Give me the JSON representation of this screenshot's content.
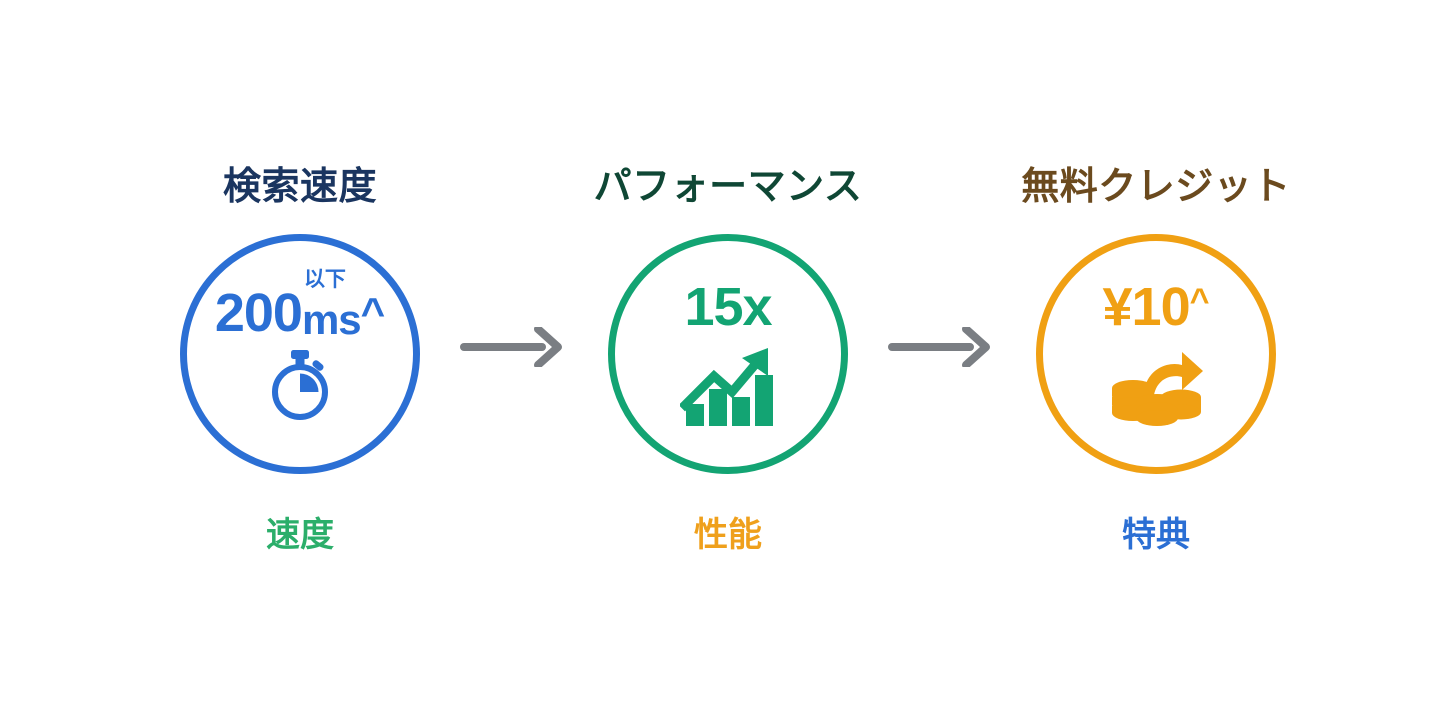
{
  "page": {
    "background": "#ffffff",
    "type": "three-step-benefit-infographic"
  },
  "colors": {
    "blue": "#2B6FD4",
    "green": "#13A473",
    "orange": "#F0A013",
    "title_navy": "#1A3560",
    "title_green_dark": "#0F4735",
    "title_brown": "#6B4A1E",
    "arrow_gray": "#7A7E83"
  },
  "steps": [
    {
      "id": "search-speed",
      "title": "検索速度",
      "title_color": "#1A3560",
      "accent": "#2B6FD4",
      "metric_main": "200",
      "metric_unit": "ms",
      "metric_superscript": "以下",
      "metric_caret": "^",
      "icon": "stopwatch-icon",
      "footer": "速度",
      "footer_color": "#2BAE6A"
    },
    {
      "id": "performance",
      "title": "パフォーマンス",
      "title_color": "#0F4735",
      "accent": "#13A473",
      "metric_main": "15x",
      "metric_unit": "",
      "metric_superscript": "",
      "metric_caret": "",
      "icon": "growth-bar-chart-icon",
      "footer": "性能",
      "footer_color": "#EFA01C"
    },
    {
      "id": "free-credit",
      "title": "無料クレジット",
      "title_color": "#6B4A1E",
      "accent": "#F0A013",
      "metric_main": "¥10",
      "metric_unit": "",
      "metric_superscript": "",
      "metric_caret": "^",
      "icon": "coins-transfer-icon",
      "footer": "特典",
      "footer_color": "#2B6FD4"
    }
  ],
  "arrows": [
    {
      "id": "arrow-1",
      "direction": "right",
      "color": "#7A7E83"
    },
    {
      "id": "arrow-2",
      "direction": "right",
      "color": "#7A7E83"
    }
  ]
}
